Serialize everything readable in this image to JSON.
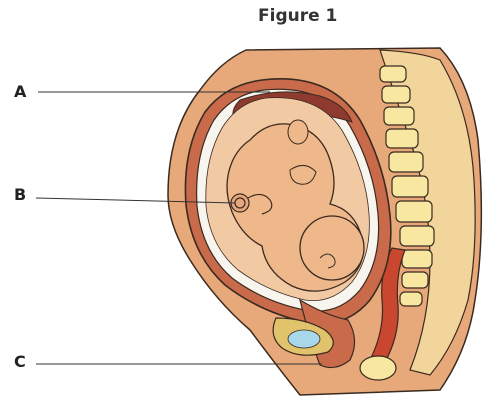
{
  "figure": {
    "title": "Figure 1"
  },
  "labels": [
    {
      "id": "A",
      "text": "A"
    },
    {
      "id": "B",
      "text": "B"
    },
    {
      "id": "C",
      "text": "C"
    }
  ],
  "colors": {
    "skin": "#e8a97a",
    "skin_dark": "#c98557",
    "outline": "#3a2a20",
    "membrane_white": "#f8f4ee",
    "uterine_wall": "#c96b4b",
    "placenta": "#8e3a2e",
    "fetus": "#eeb88b",
    "spine_bone": "#f7e7a0",
    "bladder": "#a9d7ea",
    "muscle": "#c9472f"
  }
}
